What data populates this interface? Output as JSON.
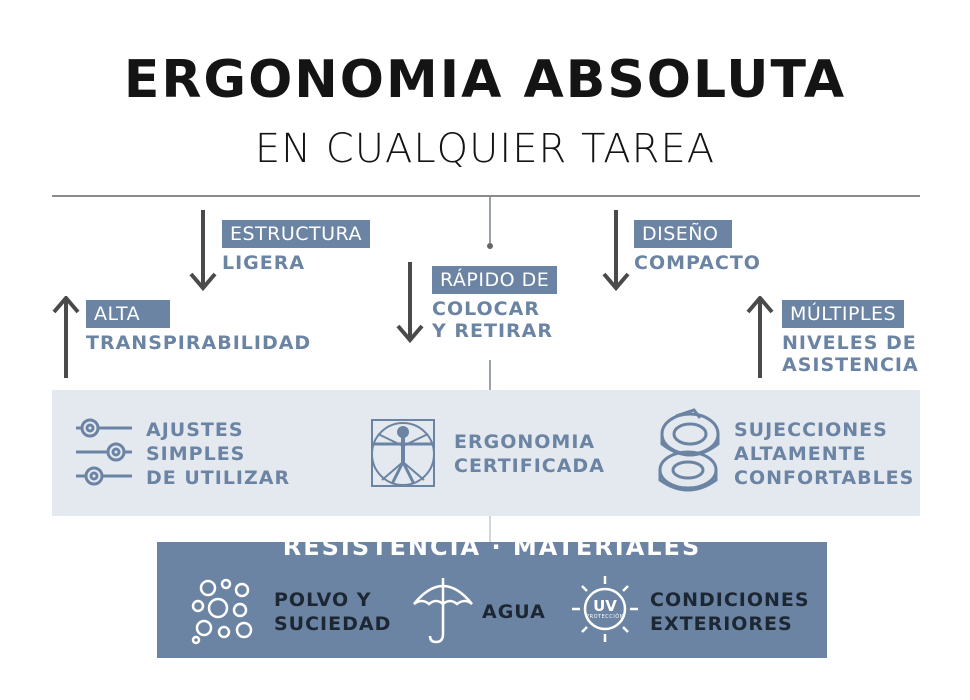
{
  "header": {
    "title": "ERGONOMIA ABSOLUTA",
    "subtitle": "EN CUALQUIER TAREA"
  },
  "benefits": [
    {
      "line1": "ESTRUCTURA",
      "line2": "LIGERA",
      "direction": "down"
    },
    {
      "line1": "ALTA",
      "line2": "TRANSPIRABILIDAD",
      "direction": "up"
    },
    {
      "line1": "RÁPIDO DE",
      "line2a": "COLOCAR",
      "line2b": "Y RETIRAR",
      "direction": "down"
    },
    {
      "line1": "DISEÑO",
      "line2": "COMPACTO",
      "direction": "down"
    },
    {
      "line1": "MÚLTIPLES",
      "line2a": "NIVELES DE",
      "line2b": "ASISTENCIA",
      "direction": "up"
    }
  ],
  "features": [
    {
      "icon": "sliders-icon",
      "lines": [
        "AJUSTES",
        "SIMPLES",
        "DE UTILIZAR"
      ]
    },
    {
      "icon": "vitruvian-man-icon",
      "lines": [
        "ERGONOMIA",
        "CERTIFICADA"
      ]
    },
    {
      "icon": "strap-icon",
      "lines": [
        "SUJECCIONES",
        "ALTAMENTE",
        "CONFORTABLES"
      ]
    }
  ],
  "resistance": {
    "title": "RESISTENCIA · MATERIALES",
    "items": [
      {
        "icon": "dust-icon",
        "lines": [
          "POLVO Y",
          "SUCIEDAD"
        ]
      },
      {
        "icon": "umbrella-icon",
        "lines": [
          "AGUA"
        ]
      },
      {
        "icon": "uv-sun-icon",
        "icon_text": "UV",
        "icon_subtext": "PROTECCIÓN",
        "lines": [
          "CONDICIONES",
          "EXTERIORES"
        ]
      }
    ]
  },
  "colors": {
    "accent": "#6b84a3",
    "panel": "#e4e8ef",
    "dark": "#141414"
  }
}
